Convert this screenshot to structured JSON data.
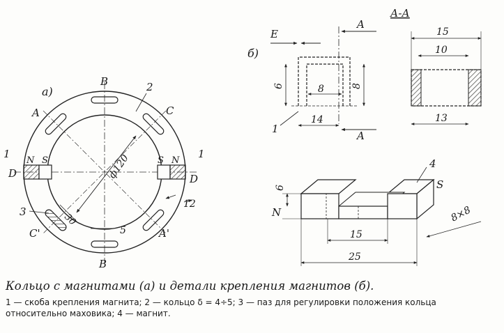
{
  "panel_a": {
    "label": "а)",
    "labels": {
      "B_top": "B",
      "B_bottom": "B",
      "ring": "2",
      "A": "A",
      "C": "C",
      "A_prime": "A'",
      "C_prime": "C'",
      "one_left": "1",
      "one_right": "1",
      "D_left": "D",
      "D_right": "D",
      "N_left": "N",
      "S_left": "S",
      "S_right": "S",
      "N_right": "N",
      "slot": "3",
      "diameter": "ф120",
      "dim_12": "12",
      "dim_5": "5",
      "dim_30": "30"
    }
  },
  "panel_b": {
    "label": "б)",
    "labels": {
      "E": "E",
      "A_top": "A",
      "A_bottom": "A",
      "dim_6": "6",
      "dim_8": "8",
      "dim_14": "14",
      "one": "1",
      "dim_8_side": "8"
    }
  },
  "section": {
    "title": "А-А",
    "dim_15": "15",
    "dim_10": "10",
    "dim_13": "13"
  },
  "magnet": {
    "dim_6": "6",
    "N": "N",
    "S": "S",
    "four": "4",
    "dim_15": "15",
    "dim_25": "25",
    "dim_8x8": "8×8"
  },
  "caption": {
    "title": "Кольцо с магнитами (а) и детали крепления магнитов (б).",
    "legend": "1 — скоба крепления магнита; 2 — кольцо δ = 4÷5; 3 — паз для регулировки положения кольца относительно маховика; 4 — магнит."
  }
}
